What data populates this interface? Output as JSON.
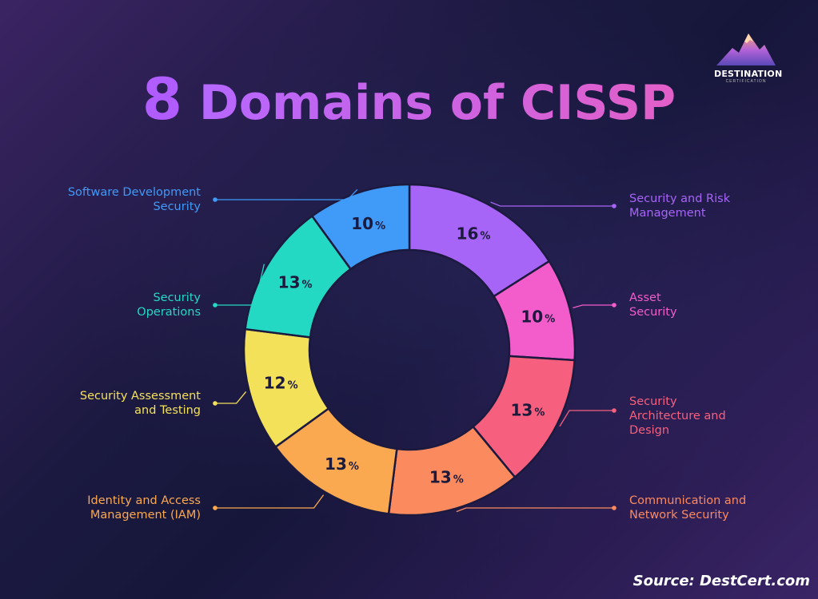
{
  "title": {
    "number": "8",
    "text": "Domains of CISSP"
  },
  "logo": {
    "name": "DESTINATION",
    "subtitle": "CERTIFICATION"
  },
  "source": "Source: DestCert.com",
  "chart_data": {
    "type": "pie",
    "donut": true,
    "legend": "callout labels around the ring",
    "unit": "%",
    "categories": [
      "Security and Risk Management",
      "Asset Security",
      "Security Architecture and Design",
      "Communication and Network Security",
      "Identity and Access Management (IAM)",
      "Security Assessment and Testing",
      "Security Operations",
      "Software Development Security"
    ],
    "values": [
      16,
      10,
      13,
      13,
      13,
      12,
      13,
      10
    ],
    "colors": [
      "#a765f7",
      "#f35ccb",
      "#f6607e",
      "#fb8a5e",
      "#fba951",
      "#f4e15a",
      "#24d9c4",
      "#3f9af8"
    ]
  },
  "labels": [
    [
      "Security and Risk",
      "Management"
    ],
    [
      "Asset",
      "Security"
    ],
    [
      "Security",
      "Architecture and",
      "Design"
    ],
    [
      "Communication and",
      "Network Security"
    ],
    [
      "Identity and Access",
      "Management (IAM)"
    ],
    [
      "Security Assessment",
      "and Testing"
    ],
    [
      "Security",
      "Operations"
    ],
    [
      "Software Development",
      "Security"
    ]
  ]
}
